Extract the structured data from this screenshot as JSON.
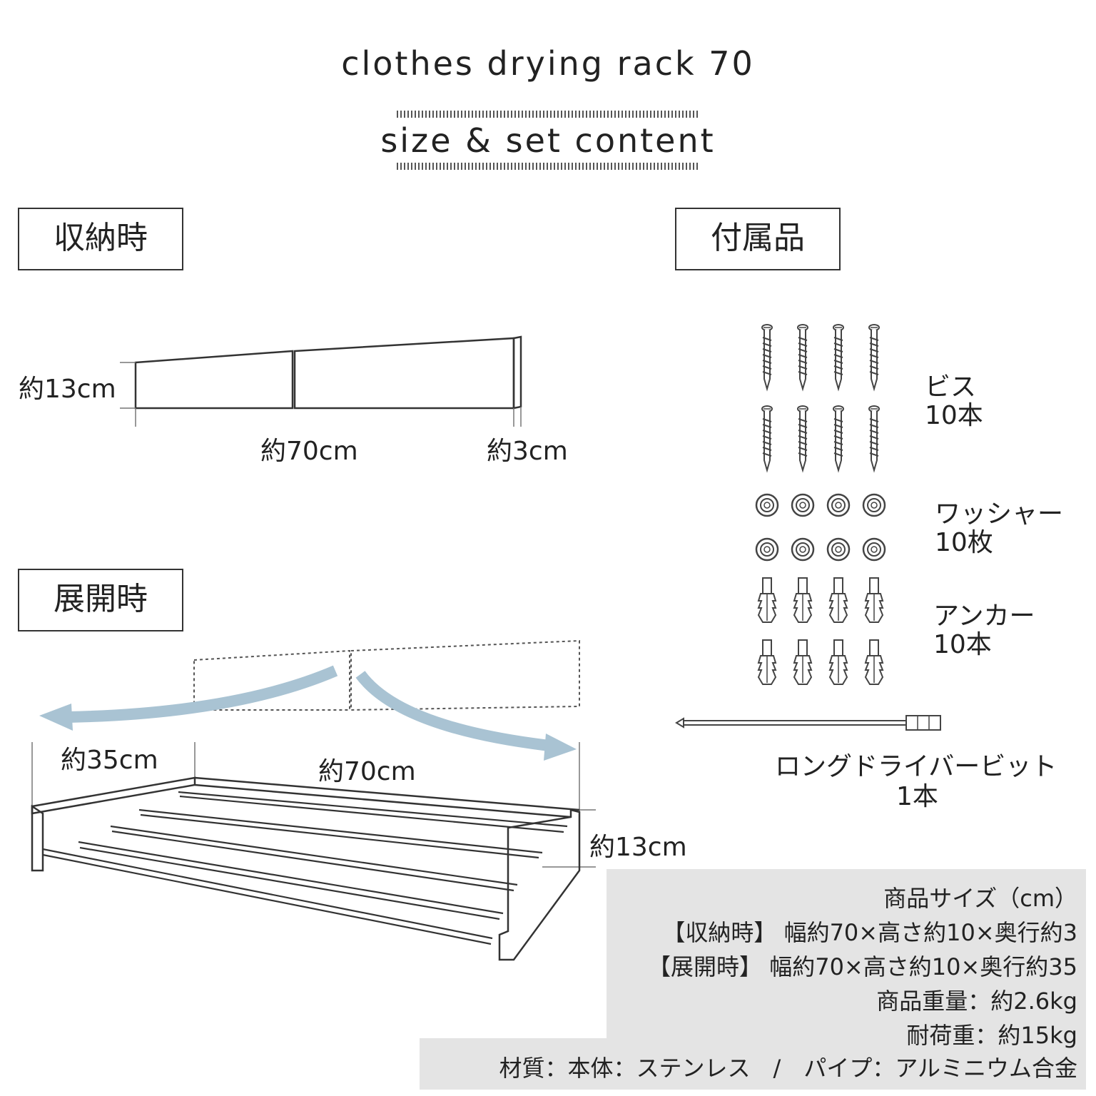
{
  "header": {
    "title": "clothes drying rack 70",
    "subtitle": "size & set content"
  },
  "sections": {
    "stored": "収納時",
    "accessories": "付属品",
    "expanded": "展開時"
  },
  "stored_dims": {
    "height": "約13cm",
    "width": "約70cm",
    "depth": "約3cm"
  },
  "expanded_dims": {
    "depth": "約35cm",
    "width": "約70cm",
    "height": "約13cm"
  },
  "accessories": [
    {
      "name": "ビス",
      "qty": "10本",
      "icon": "screw-icon"
    },
    {
      "name": "ワッシャー",
      "qty": "10枚",
      "icon": "washer-icon"
    },
    {
      "name": "アンカー",
      "qty": "10本",
      "icon": "anchor-icon"
    },
    {
      "name": "ロングドライバービット",
      "qty": "1本",
      "icon": "driver-bit-icon"
    }
  ],
  "specs": {
    "heading": "商品サイズ（cm）",
    "stored": "【収納時】 幅約70×高さ約10×奥行約3",
    "expanded": "【展開時】 幅約70×高さ約10×奥行約35",
    "weight": "商品重量：約2.6kg",
    "load": "耐荷重：約15kg",
    "material": "材質：本体：ステンレス　/　パイプ：アルミニウム合金"
  },
  "colors": {
    "line": "#333333",
    "arrow": "#a9c3d3",
    "spec_bg": "#e4e4e4"
  }
}
